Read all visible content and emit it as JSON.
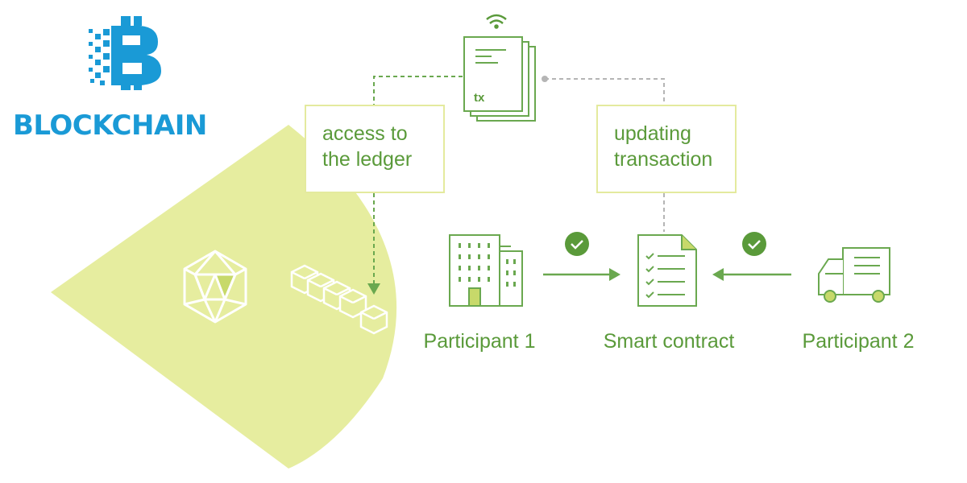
{
  "logo": {
    "brand_text": "BLOCKCHAIN",
    "icon": "bitcoin-b-pixel-icon",
    "color": "#1a9ad6"
  },
  "document": {
    "label": "tx",
    "icon": "signal-waves-icon"
  },
  "boxes": {
    "access": {
      "line1": "access to",
      "line2": "the ledger"
    },
    "updating": {
      "line1": "updating",
      "line2": "transaction"
    }
  },
  "participants": {
    "p1": {
      "label": "Participant 1",
      "icon": "office-building-icon"
    },
    "contract": {
      "label": "Smart contract",
      "icon": "checklist-document-icon"
    },
    "p2": {
      "label": "Participant 2",
      "icon": "delivery-truck-icon"
    }
  },
  "colors": {
    "accent_green": "#5a9a3a",
    "stroke_green": "#6aa84f",
    "light_fill": "#e6ed9f",
    "check_badge": "#5a9a3a",
    "dash_gray": "#b5b5b5"
  }
}
